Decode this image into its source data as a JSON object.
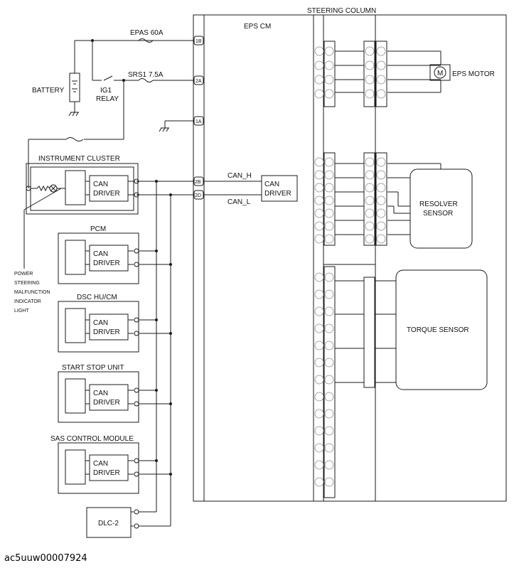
{
  "labels": {
    "steering_column": "STEERING COLUMN",
    "eps_cm": "EPS CM",
    "epas_fuse": "EPAS 60A",
    "srs1_fuse": "SRS1 7.5A",
    "battery": "BATTERY",
    "ig1_relay_line1": "IG1",
    "ig1_relay_line2": "RELAY",
    "eps_motor": "EPS MOTOR",
    "motor_symbol": "M",
    "instrument_cluster": "INSTRUMENT CLUSTER",
    "can_h": "CAN_H",
    "can_l": "CAN_L",
    "can_line1": "CAN",
    "can_line2": "DRIVER",
    "pcm": "PCM",
    "dsc": "DSC HU/CM",
    "start_stop": "START STOP UNIT",
    "sas": "SAS CONTROL MODULE",
    "dlc": "DLC-2",
    "resolver_line1": "RESOLVER",
    "resolver_line2": "SENSOR",
    "torque_sensor": "TORQUE SENSOR",
    "pin_1b": "1B",
    "pin_2a": "2A",
    "pin_1a": "1A",
    "pin_2b": "2B",
    "pin_2d": "2D",
    "ps_light": [
      "POWER",
      "STEERING",
      "MALFUNCTION",
      "INDICATOR",
      "LIGHT"
    ]
  },
  "doc_id": "ac5uuw00007924",
  "colors": {
    "line": "#1a1a1a",
    "connector": "#8a8a8a",
    "background": "#ffffff"
  }
}
